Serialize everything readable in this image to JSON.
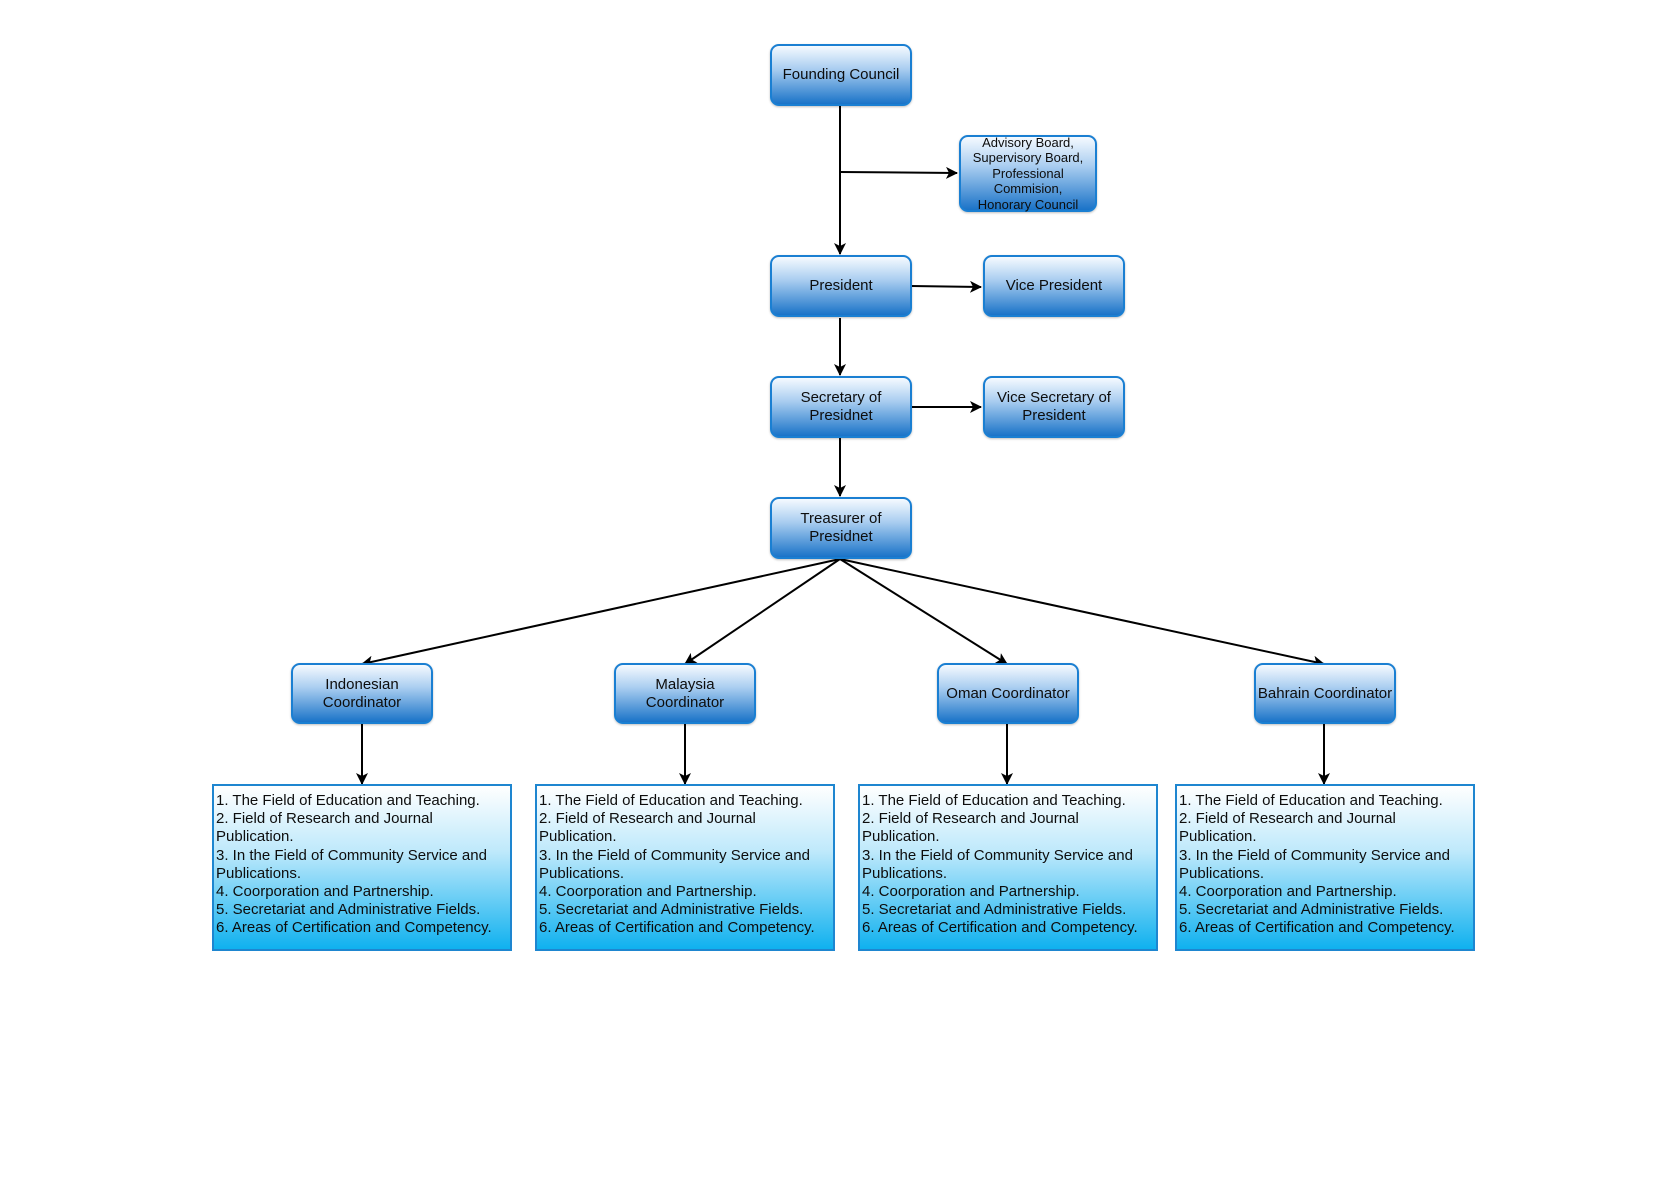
{
  "nodes": {
    "founding_council": "Founding Council",
    "advisory": [
      "Advisory Board,",
      "Supervisory Board,",
      "Professional Commision,",
      "Honorary Council"
    ],
    "president": "President",
    "vice_president": "Vice President",
    "secretary": [
      "Secretary of",
      "Presidnet"
    ],
    "vice_secretary": [
      "Vice Secretary of",
      "President"
    ],
    "treasurer": [
      "Treasurer of",
      "Presidnet"
    ]
  },
  "coordinators": [
    {
      "label": [
        "Indonesian",
        "Coordinator"
      ]
    },
    {
      "label": [
        "Malaysia",
        "Coordinator"
      ]
    },
    {
      "label": [
        "Oman Coordinator"
      ]
    },
    {
      "label": [
        "Bahrain Coordinator"
      ]
    }
  ],
  "fields": [
    "1. The Field of Education and Teaching.",
    "2. Field of Research and Journal Publication.",
    "3. In the Field of Community Service and Publications.",
    "4. Coorporation and Partnership.",
    "5. Secretariat and Administrative Fields.",
    "6. Areas of Certification and Competency."
  ],
  "colors": {
    "node_border": "#1a7fd2",
    "node_gradient_bottom": "#1a73c8",
    "field_gradient_bottom": "#0fb1ef",
    "connector": "#000000"
  }
}
